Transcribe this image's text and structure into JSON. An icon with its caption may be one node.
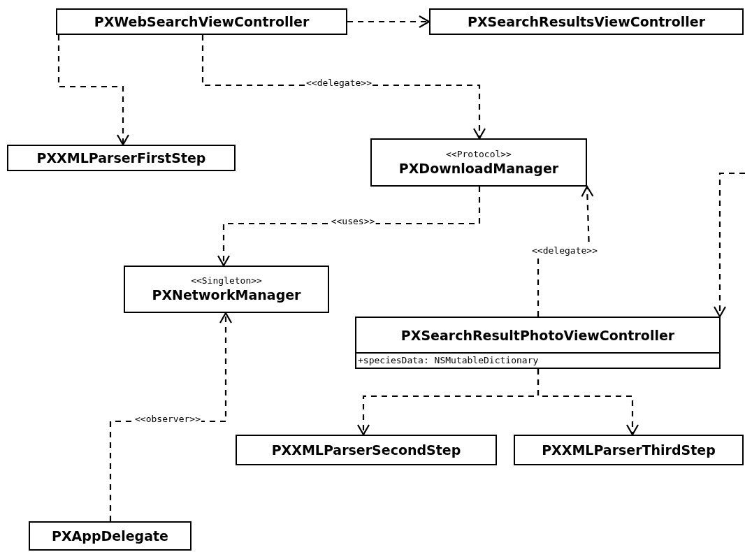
{
  "diagram": {
    "nodes": [
      {
        "text": [
          "PXWebSearchViewController"
        ]
      },
      {
        "text": [
          "PXSearchResultsViewController"
        ]
      },
      {
        "text": [
          "PXXMLParserFirstStep"
        ]
      },
      {
        "text": [
          "<<Protocol>>",
          "PXDownloadManager"
        ]
      },
      {
        "text": [
          "<<Singleton>>",
          "PXNetworkManager"
        ]
      },
      {
        "text": [
          "PXSearchResultPhotoViewController",
          "+speciesData: NSMutableDictionary"
        ]
      },
      {
        "text": [
          "PXXMLParserSecondStep"
        ]
      },
      {
        "text": [
          "PXXMLParserThirdStep"
        ]
      },
      {
        "text": [
          "PXAppDelegate"
        ]
      }
    ],
    "edges": [
      {
        "from": 0,
        "to": 1,
        "arrow": "to",
        "style": "dashed"
      },
      {
        "from": 0,
        "to": 2,
        "arrow": "to",
        "style": "dashed"
      },
      {
        "from": 0,
        "to": 3,
        "arrow": "to",
        "style": "dashed",
        "label": "<<delegate>>"
      },
      {
        "from": 3,
        "to": 4,
        "arrow": "to",
        "style": "dashed",
        "label": "<<uses>>"
      },
      {
        "from": 5,
        "to": 3,
        "arrow": "to",
        "style": "dashed",
        "label": "<<delegate>>"
      },
      {
        "from": null,
        "to": 5,
        "arrow": "to",
        "style": "dashed"
      },
      {
        "from": 5,
        "to": 6,
        "arrow": "to",
        "style": "dashed"
      },
      {
        "from": 5,
        "to": 7,
        "arrow": "to",
        "style": "dashed"
      },
      {
        "from": 8,
        "to": 4,
        "arrow": "to",
        "style": "dashed",
        "label": "<<observer>>"
      }
    ]
  }
}
